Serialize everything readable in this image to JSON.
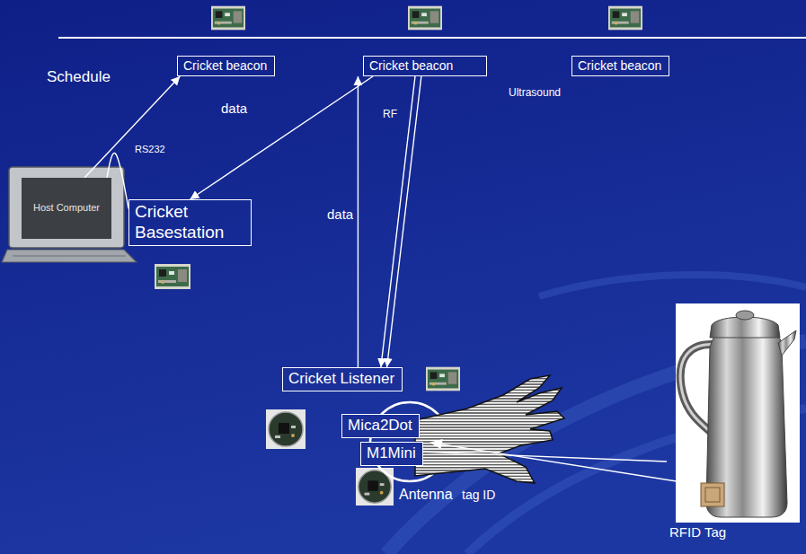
{
  "diagram": {
    "nodes": [
      {
        "text": [
          "Cricket beacon"
        ]
      },
      {
        "text": [
          "Cricket beacon"
        ]
      },
      {
        "text": [
          "Cricket beacon"
        ]
      },
      {
        "text": [
          "Host Computer"
        ]
      },
      {
        "text": [
          "Cricket Basestation"
        ]
      },
      {
        "text": [
          "Cricket Listener"
        ]
      },
      {
        "text": [
          "Mica2Dot"
        ]
      },
      {
        "text": [
          "M1Mini"
        ]
      }
    ],
    "edges": [
      {
        "from": 3,
        "to": 0,
        "label": "Schedule",
        "arrow": "to"
      },
      {
        "from": 3,
        "to": 4,
        "label": "RS232",
        "arrow": "none"
      },
      {
        "from": 1,
        "to": 4,
        "label": "data",
        "arrow": "to"
      },
      {
        "from": 5,
        "to": 1,
        "label": "data",
        "arrow": "to"
      },
      {
        "from": 1,
        "to": 5,
        "label": "RF",
        "arrow": "to"
      },
      {
        "from": 1,
        "to": 5,
        "label": "Ultrasound",
        "arrow": "to"
      }
    ],
    "labels": [
      "Antenna",
      "tag ID",
      "RFID Tag"
    ]
  }
}
